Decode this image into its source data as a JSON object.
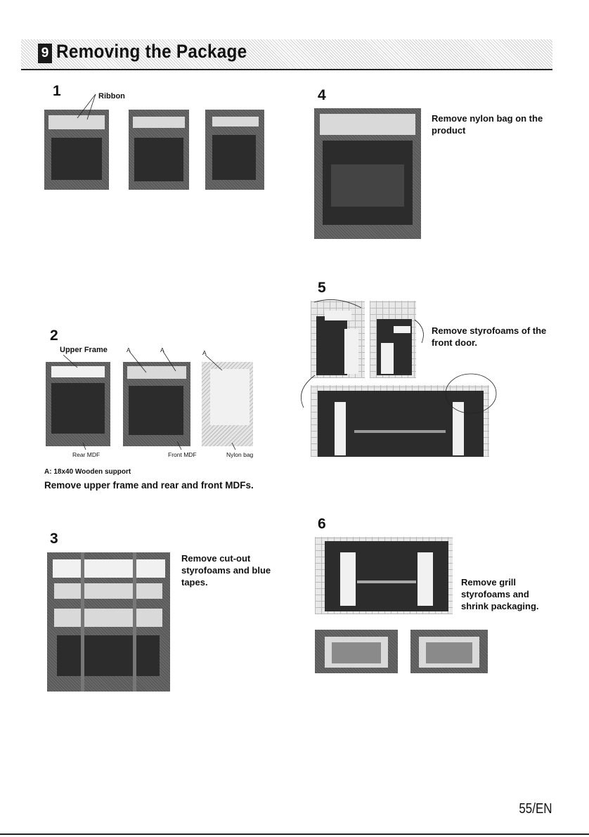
{
  "header": {
    "chapter_number": "9",
    "title": "Removing the Package"
  },
  "steps": [
    {
      "number": "1",
      "labels": {
        "ribbon": "Ribbon"
      }
    },
    {
      "number": "2",
      "labels": {
        "upper_frame": "Upper Frame",
        "a": "A",
        "rear_mdf": "Rear MDF",
        "front_mdf": "Front MDF",
        "nylon_bag": "Nylon bag"
      },
      "legend": "A: 18x40 Wooden support",
      "instruction": "Remove upper frame and rear and front MDFs."
    },
    {
      "number": "3",
      "instruction": "Remove cut-out styrofoams and blue tapes."
    },
    {
      "number": "4",
      "instruction": "Remove nylon bag on the product"
    },
    {
      "number": "5",
      "instruction": "Remove styrofoams of the front door."
    },
    {
      "number": "6",
      "instruction": "Remove grill styrofoams and shrink packaging."
    }
  ],
  "footer": {
    "page_number": "55/EN"
  }
}
